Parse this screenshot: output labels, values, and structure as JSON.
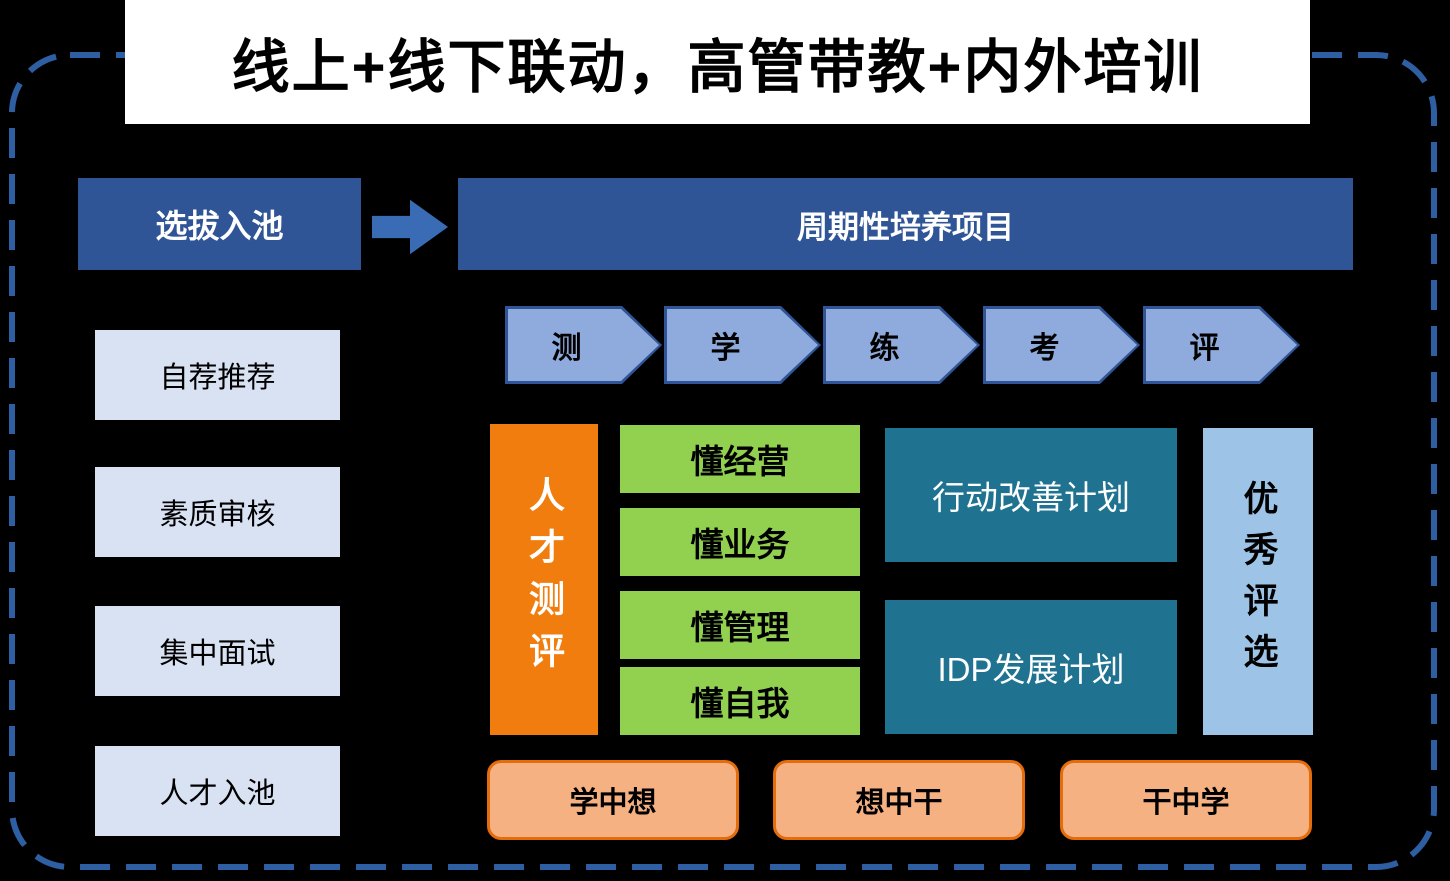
{
  "title": "线上+线下联动，高管带教+内外培训",
  "selection": {
    "header": "选拔入池",
    "steps": [
      "自荐推荐",
      "素质审核",
      "集中面试",
      "人才入池"
    ]
  },
  "program": {
    "header": "周期性培养项目",
    "phases": [
      "测",
      "学",
      "练",
      "考",
      "评"
    ],
    "assessment": "人才测评",
    "competencies": [
      "懂经营",
      "懂业务",
      "懂管理",
      "懂自我"
    ],
    "plans": [
      "行动改善计划",
      "IDP发展计划"
    ],
    "excellence": "优秀评选",
    "cycle": [
      "学中想",
      "想中干",
      "干中学"
    ]
  },
  "colors": {
    "frame": "#2E5FA3",
    "darkBlue": "#2F5597",
    "arrowBlue": "#3A6BB5",
    "lightBlue": "#D9E2F3",
    "chevronFill": "#8FAADC",
    "chevronEdge": "#2F5597",
    "orange": "#F07D0E",
    "green": "#92D050",
    "teal": "#1F7391",
    "paleBlue": "#9DC3E6",
    "pillFill": "#F6B183",
    "pillEdge": "#E46C0A"
  }
}
